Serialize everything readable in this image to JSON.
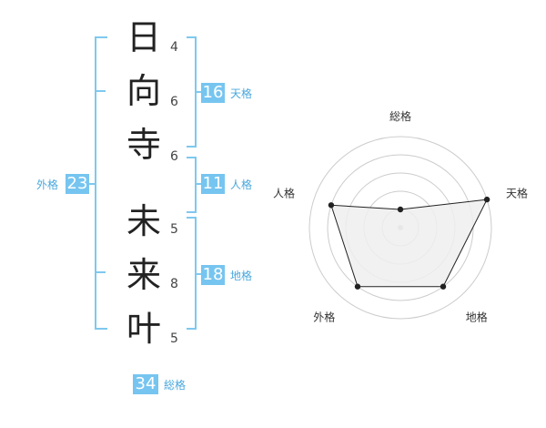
{
  "name": {
    "chars": [
      "日",
      "向",
      "寺",
      "未",
      "来",
      "叶"
    ],
    "strokes": [
      "4",
      "6",
      "6",
      "5",
      "8",
      "5"
    ]
  },
  "kakusu": {
    "tenkaku": {
      "value": "16",
      "label": "天格"
    },
    "jinkaku": {
      "value": "11",
      "label": "人格"
    },
    "chikaku": {
      "value": "18",
      "label": "地格"
    },
    "gaikaku": {
      "value": "23",
      "label": "外格"
    },
    "soukaku": {
      "value": "34",
      "label": "総格"
    }
  },
  "chart_data": {
    "type": "radar",
    "axes": [
      "総格",
      "天格",
      "地格",
      "外格",
      "人格"
    ],
    "values": [
      1,
      5,
      4,
      4,
      4
    ],
    "max": 5,
    "fill_color": "#eeeeee",
    "line_color": "#222222",
    "grid_color": "#cccccc"
  }
}
